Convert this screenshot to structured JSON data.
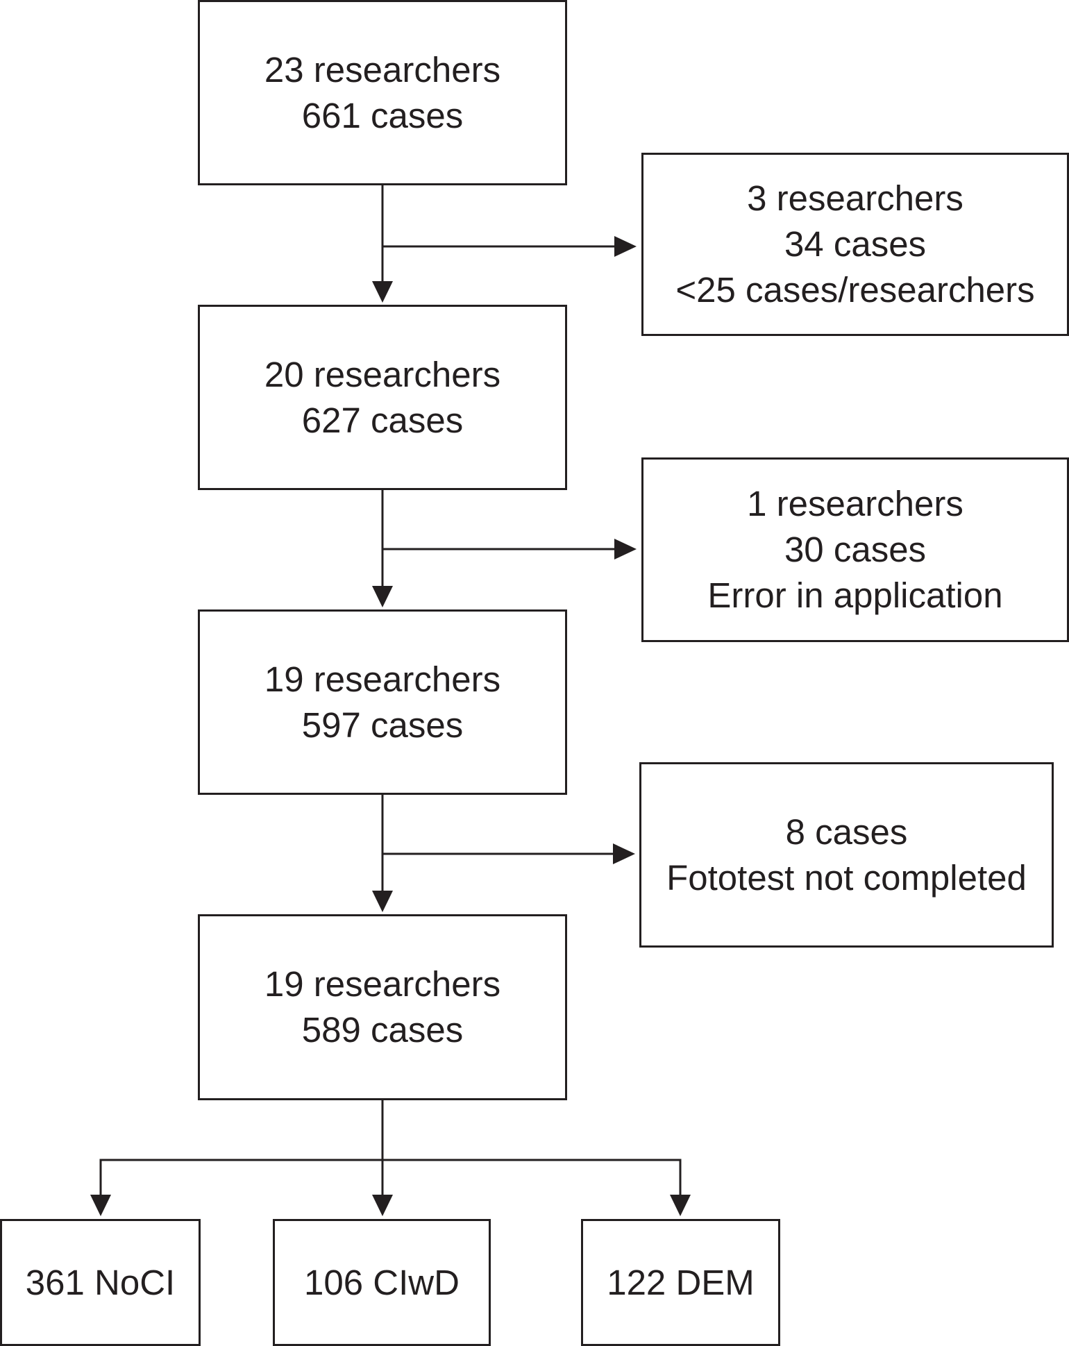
{
  "flow": {
    "stage1": {
      "line1": "23 researchers",
      "line2": "661 cases"
    },
    "exclusion1": {
      "line1": "3 researchers",
      "line2": "34 cases",
      "line3": "<25 cases/researchers"
    },
    "stage2": {
      "line1": "20 researchers",
      "line2": "627 cases"
    },
    "exclusion2": {
      "line1": "1 researchers",
      "line2": "30 cases",
      "line3": "Error in application"
    },
    "stage3": {
      "line1": "19 researchers",
      "line2": "597 cases"
    },
    "exclusion3": {
      "line1": "8 cases",
      "line2": "Fototest not completed"
    },
    "stage4": {
      "line1": "19 researchers",
      "line2": "589 cases"
    },
    "outcomes": [
      {
        "label": "361 NoCI"
      },
      {
        "label": "106 CIwD"
      },
      {
        "label": "122 DEM"
      }
    ]
  },
  "colors": {
    "line": "#231f20",
    "background": "#ffffff"
  }
}
